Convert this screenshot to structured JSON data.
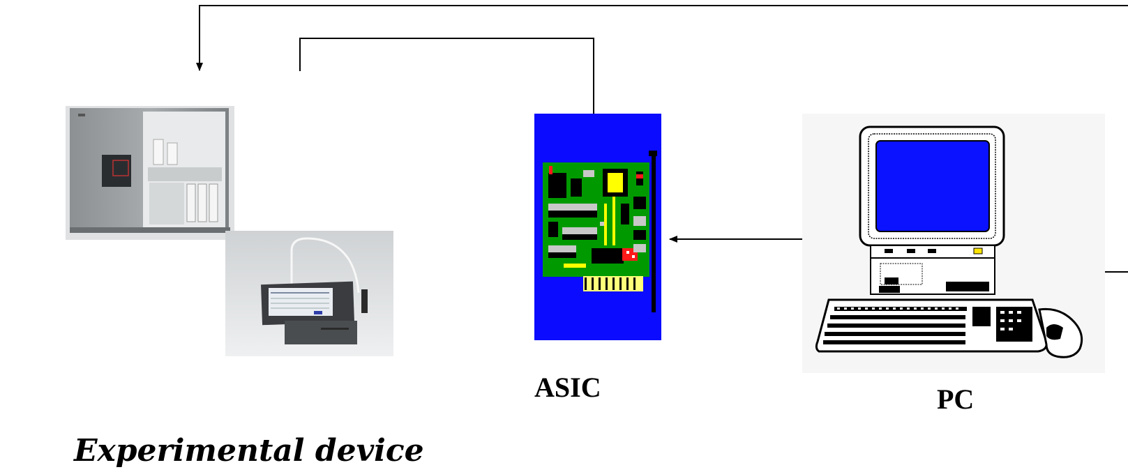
{
  "labels": {
    "asic": "ASIC",
    "pc": "PC",
    "experimental_device": "Experimental device"
  },
  "colors": {
    "asic_background": "#0b0bff",
    "pcb_green": "#009a00",
    "monitor_screen": "#0a12ff",
    "line": "#000000"
  },
  "icons": {
    "instrument_cabinet": "analyzer-cabinet-photo",
    "touchscreen_titrator": "touchscreen-instrument-photo",
    "asic_board": "circuit-board-icon",
    "computer": "desktop-computer-icon"
  }
}
